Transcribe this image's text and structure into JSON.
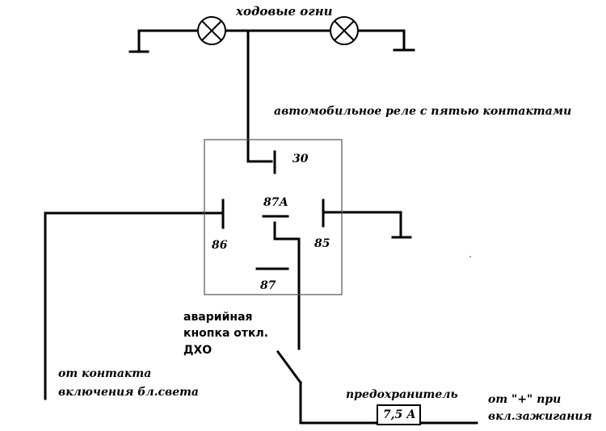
{
  "labels": {
    "running_lights": "ходовые огни",
    "relay_title": "автомобильное реле с пятью контактами",
    "pin_30": "30",
    "pin_87a": "87А",
    "pin_86": "86",
    "pin_85": "85",
    "pin_87": "87",
    "emergency_line1": "аварийная",
    "emergency_line2": "кнопка откл.",
    "emergency_line3": "ДХО",
    "brake_line1": "от контакта",
    "brake_line2": "включения  бл.света",
    "fuse_label": "предохранитель",
    "fuse_value": "7,5 А",
    "plus_line1": "от \"+\" при",
    "plus_line2": "вкл.зажигания"
  },
  "colors": {
    "line": "#000000",
    "relay_box": "#555555",
    "lamp_fill": "#ffffff"
  }
}
